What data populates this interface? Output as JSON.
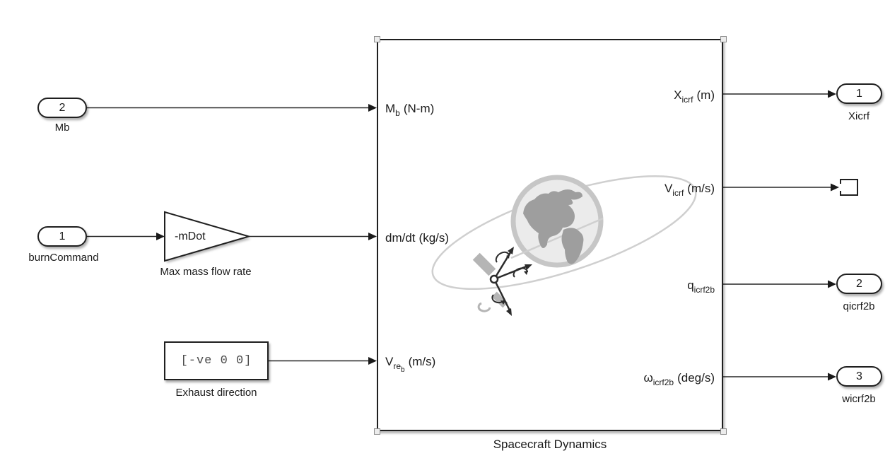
{
  "colors": {
    "wire": "#262626",
    "block_border": "#1f1f1f",
    "earth_fill": "#ebebeb",
    "earth_ring": "#c6c6c6",
    "continent": "#9e9e9e",
    "orbit": "#cfcfcf"
  },
  "inports": [
    {
      "number": "2",
      "label": "Mb"
    },
    {
      "number": "1",
      "label": "burnCommand"
    }
  ],
  "gain": {
    "value": "-mDot",
    "label": "Max mass flow rate"
  },
  "constant": {
    "value": "[-ve 0 0]",
    "label": "Exhaust direction"
  },
  "spacecraft": {
    "title": "Spacecraft Dynamics",
    "icon": "earth-orbit-satellite",
    "inputs": [
      {
        "base": "M",
        "sub": "b",
        "sub2": "",
        "unit": "(N-m)"
      },
      {
        "base": "dm/dt",
        "sub": "",
        "sub2": "",
        "unit": "(kg/s)"
      },
      {
        "base": "V",
        "sub": "re",
        "sub2": "b",
        "unit": "(m/s)"
      }
    ],
    "outputs": [
      {
        "base": "X",
        "sub": "icrf",
        "unit": "(m)"
      },
      {
        "base": "V",
        "sub": "icrf",
        "unit": "(m/s)"
      },
      {
        "base": "q",
        "sub": "icrf2b",
        "unit": ""
      },
      {
        "base": "ω",
        "sub": "icrf2b",
        "unit": "(deg/s)"
      }
    ]
  },
  "outports": [
    {
      "number": "1",
      "label": "Xicrf"
    },
    {
      "number": "2",
      "label": "qicrf2b"
    },
    {
      "number": "3",
      "label": "wicrf2b"
    }
  ],
  "terminator_icon": "terminator-bracket"
}
